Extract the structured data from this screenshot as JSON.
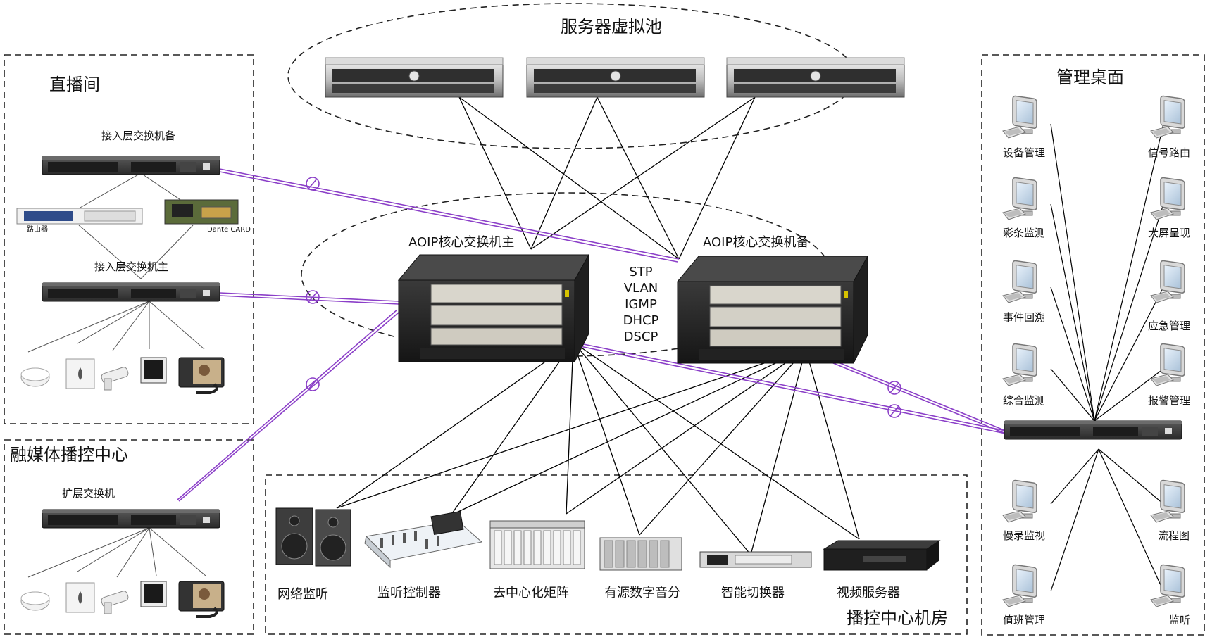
{
  "regions": {
    "server_pool": "服务器虚拟池",
    "live_room": "直播间",
    "media_center": "融媒体播控中心",
    "mgmt_desktop": "管理桌面",
    "control_room": "播控中心机房"
  },
  "live_room": {
    "switch_backup": "接入层交换机备",
    "switch_main": "接入层交换机主",
    "router": "路由器",
    "dante_card": "Dante CARD"
  },
  "media_center": {
    "ext_switch": "扩展交换机"
  },
  "core": {
    "main": "AOIP核心交换机主",
    "backup": "AOIP核心交换机备",
    "protocols": [
      "STP",
      "VLAN",
      "IGMP",
      "DHCP",
      "DSCP"
    ]
  },
  "control_room_devices": [
    "网络监听",
    "监听控制器",
    "去中心化矩阵",
    "有源数字音分",
    "智能切换器",
    "视频服务器"
  ],
  "mgmt_pcs": {
    "left": [
      "设备管理",
      "彩条监测",
      "事件回溯",
      "综合监测",
      "慢录监视",
      "值班管理"
    ],
    "right": [
      "信号路由",
      "大屏呈现",
      "应急管理",
      "报警管理",
      "流程图",
      "监听"
    ]
  },
  "colors": {
    "link_black": "#000000",
    "link_purple": "#8b3fc8",
    "dash": "#222222"
  }
}
